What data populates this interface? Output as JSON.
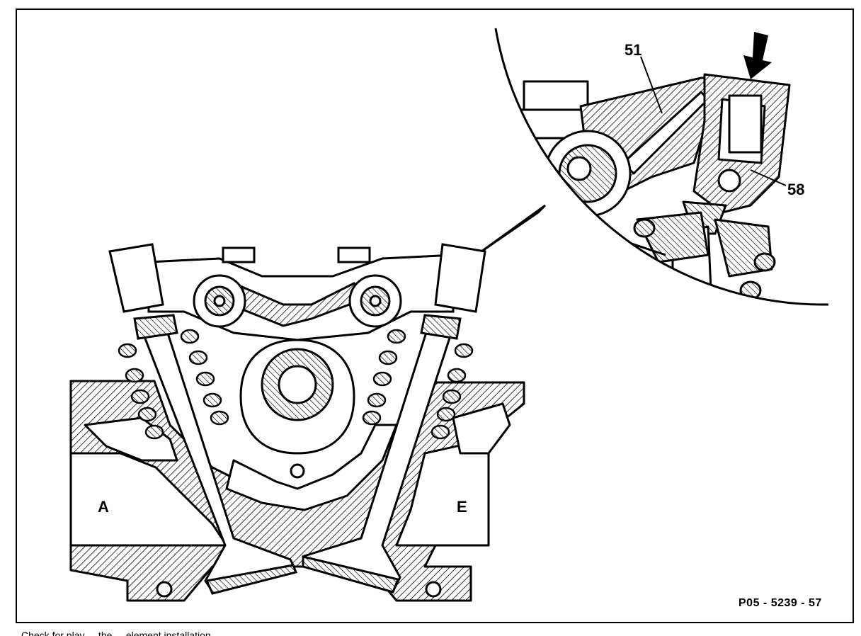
{
  "diagram": {
    "labels": {
      "exhaust_side": "A",
      "intake_side": "E",
      "rocker_arm": "51",
      "hydraulic_element": "58"
    },
    "figure_code": "P05 - 5239 - 57",
    "caption_fragment": "Check for play ... the ... element installation"
  }
}
